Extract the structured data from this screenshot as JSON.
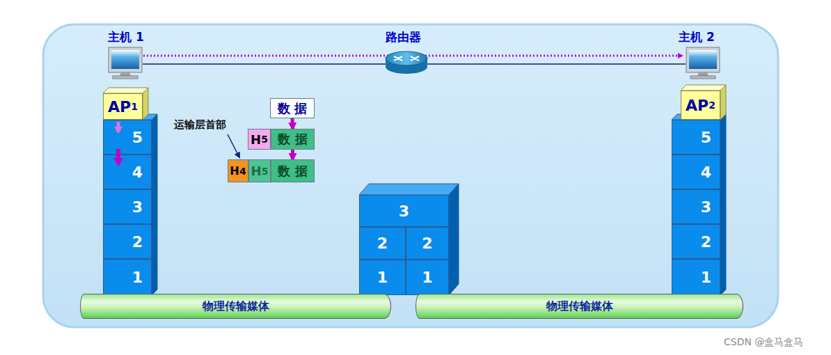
{
  "diagram": {
    "nodes": [
      {
        "text": [
          "AP",
          "1"
        ]
      },
      {
        "text": [
          "5"
        ]
      },
      {
        "text": [
          "4"
        ]
      },
      {
        "text": [
          "3"
        ]
      },
      {
        "text": [
          "2"
        ]
      },
      {
        "text": [
          "1"
        ]
      },
      {
        "text": [
          "数 据"
        ]
      },
      {
        "text": [
          "H",
          "5"
        ]
      },
      {
        "text": [
          "数 据"
        ]
      },
      {
        "text": [
          "H",
          "4"
        ]
      },
      {
        "text": [
          "H",
          "5"
        ]
      },
      {
        "text": [
          "数 据"
        ]
      },
      {
        "text": [
          "3"
        ]
      },
      {
        "text": [
          "2"
        ]
      },
      {
        "text": [
          "2"
        ]
      },
      {
        "text": [
          "1"
        ]
      },
      {
        "text": [
          "1"
        ]
      },
      {
        "text": [
          "AP",
          "2"
        ]
      },
      {
        "text": [
          "5"
        ]
      },
      {
        "text": [
          "4"
        ]
      },
      {
        "text": [
          "3"
        ]
      },
      {
        "text": [
          "2"
        ]
      },
      {
        "text": [
          "1"
        ]
      },
      {
        "text": [
          "物理传输媒体"
        ]
      },
      {
        "text": [
          "物理传输媒体"
        ]
      }
    ],
    "edges": [
      {
        "from": 6,
        "to": 8,
        "arrow": "to"
      },
      {
        "from": 8,
        "to": 11,
        "arrow": "to"
      }
    ],
    "labels": [
      "主机 1",
      "路由器",
      "主机 2",
      "运输层首部",
      "CSDN @盒马盒马"
    ]
  }
}
